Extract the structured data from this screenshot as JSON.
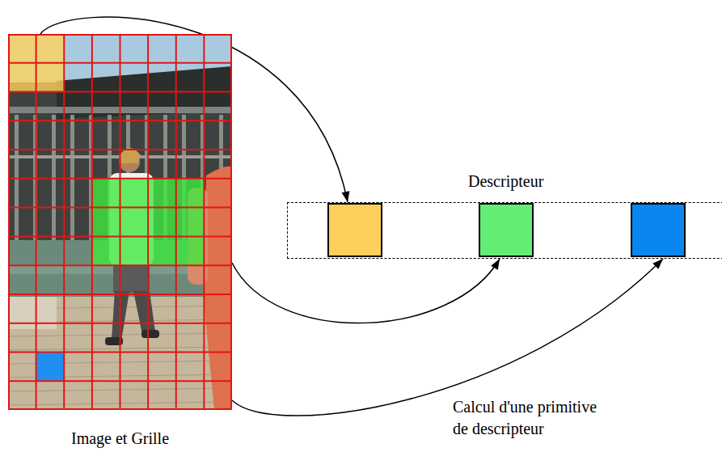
{
  "diagram": {
    "nodes": [
      {
        "text": [
          "Image et Grille"
        ]
      },
      {
        "text": [
          "Descripteur"
        ]
      }
    ],
    "edges": [
      {
        "from": 0,
        "to": 1,
        "arrow": "to"
      },
      {
        "from": 0,
        "to": 1,
        "arrow": "to"
      },
      {
        "from": 0,
        "to": 1,
        "arrow": "to"
      }
    ],
    "labels": [
      "Calcul d'une primitive de descripteur"
    ]
  }
}
